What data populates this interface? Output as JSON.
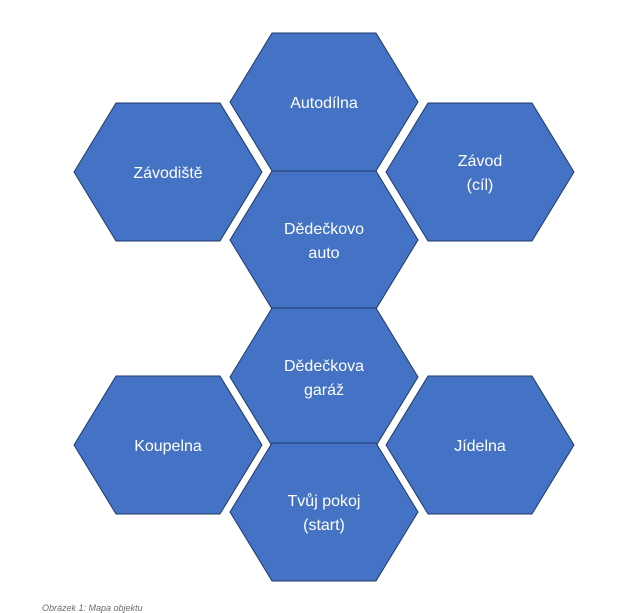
{
  "diagram": {
    "fill_color": "#4472c4",
    "cells": [
      {
        "id": "autodilna",
        "lines": [
          "Autodílna"
        ]
      },
      {
        "id": "zavodiste",
        "lines": [
          "Závodiště"
        ]
      },
      {
        "id": "zavod-cil",
        "lines": [
          "Závod",
          "(cíl)"
        ]
      },
      {
        "id": "dedeckovo-auto",
        "lines": [
          "Dědečkovo",
          "auto"
        ]
      },
      {
        "id": "dedeckova-garaz",
        "lines": [
          "Dědečkova",
          "garáž"
        ]
      },
      {
        "id": "koupelna",
        "lines": [
          "Koupelna"
        ]
      },
      {
        "id": "jidelna",
        "lines": [
          "Jídelna"
        ]
      },
      {
        "id": "tvuj-pokoj",
        "lines": [
          "Tvůj pokoj",
          "(start)"
        ]
      }
    ]
  },
  "caption": "Obrázek 1: Mapa objektu"
}
